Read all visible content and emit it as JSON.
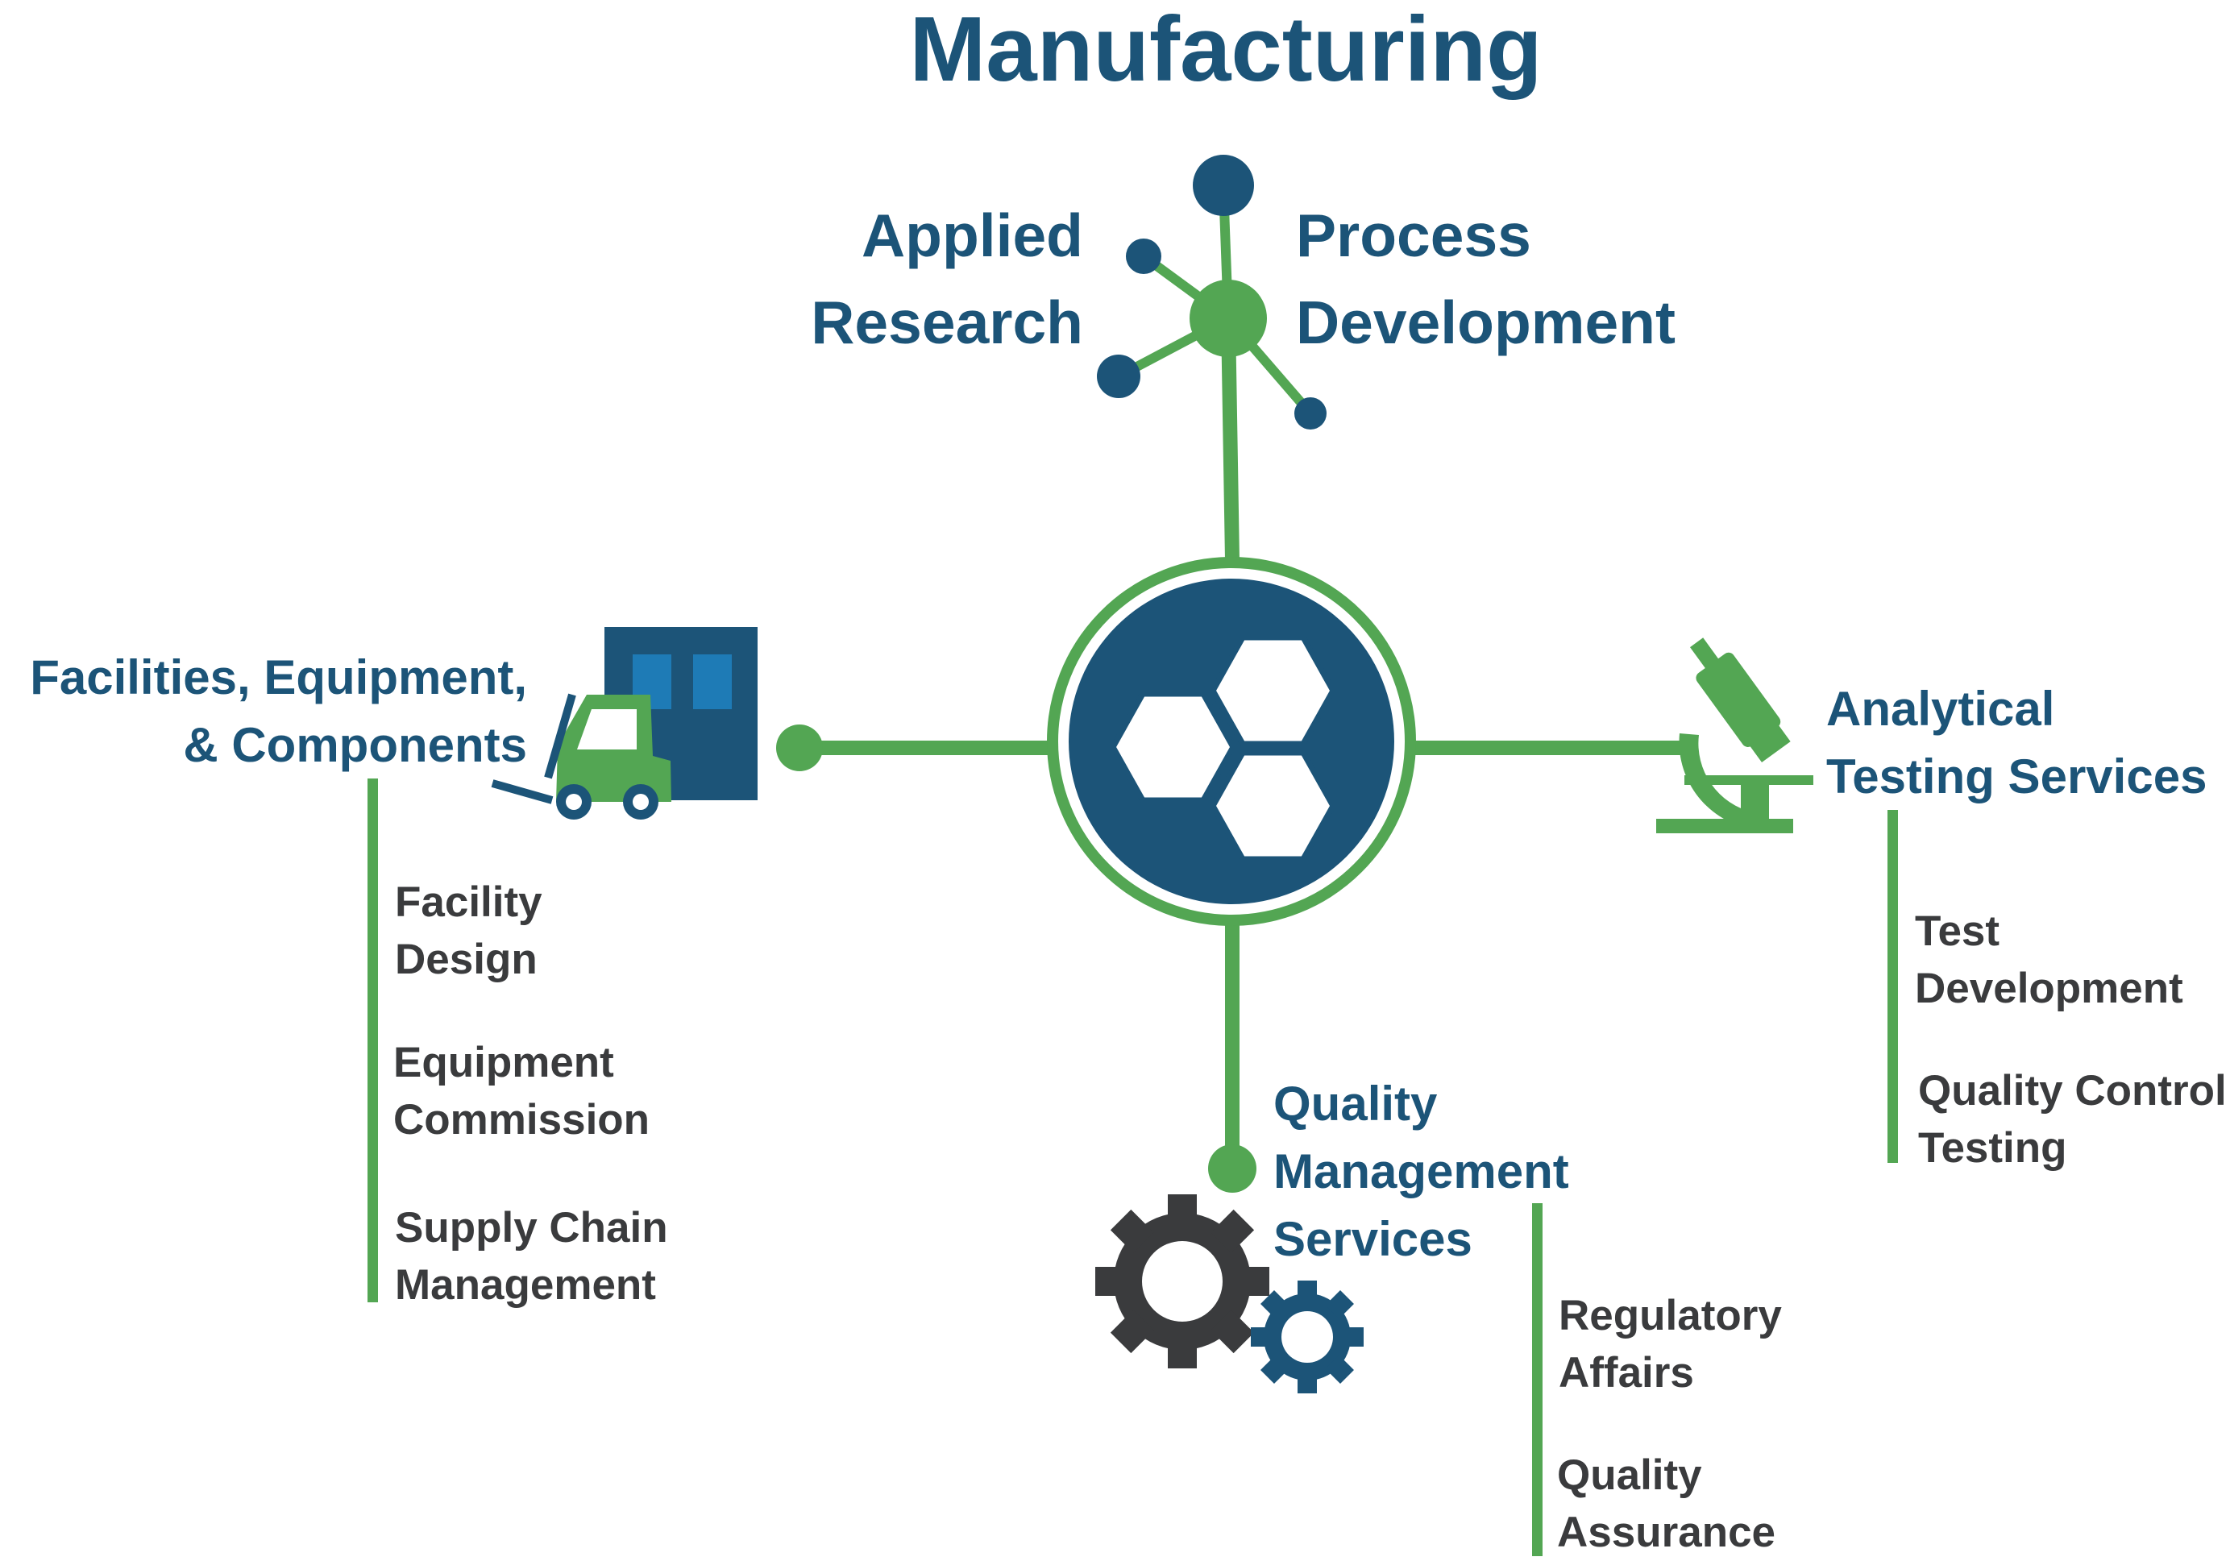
{
  "title": "Manufacturing",
  "colors": {
    "navy": "#1c5478",
    "green": "#53a653",
    "dark": "#3a3b3d",
    "window": "#1e7bb6"
  },
  "hub": {
    "icon": "hexagon-cluster-icon"
  },
  "nodes": {
    "applied_research": {
      "line1": "Applied",
      "line2": "Research"
    },
    "process_development": {
      "line1": "Process",
      "line2": "Development"
    },
    "facilities": {
      "line1": "Facilities, Equipment,",
      "line2": "& Components",
      "icon": "forklift-warehouse-icon",
      "items": [
        {
          "line1": "Facility",
          "line2": "Design"
        },
        {
          "line1": "Equipment",
          "line2": "Commission"
        },
        {
          "line1": "Supply Chain",
          "line2": "Management"
        }
      ]
    },
    "analytical": {
      "line1": "Analytical",
      "line2": "Testing Services",
      "icon": "microscope-icon",
      "items": [
        {
          "line1": "Test",
          "line2": "Development"
        },
        {
          "line1": "Quality Control",
          "line2": "Testing"
        }
      ]
    },
    "quality": {
      "line1": "Quality",
      "line2": "Management",
      "line3": "Services",
      "icon": "gears-icon",
      "items": [
        {
          "line1": "Regulatory",
          "line2": "Affairs"
        },
        {
          "line1": "Quality",
          "line2": "Assurance"
        }
      ]
    }
  }
}
